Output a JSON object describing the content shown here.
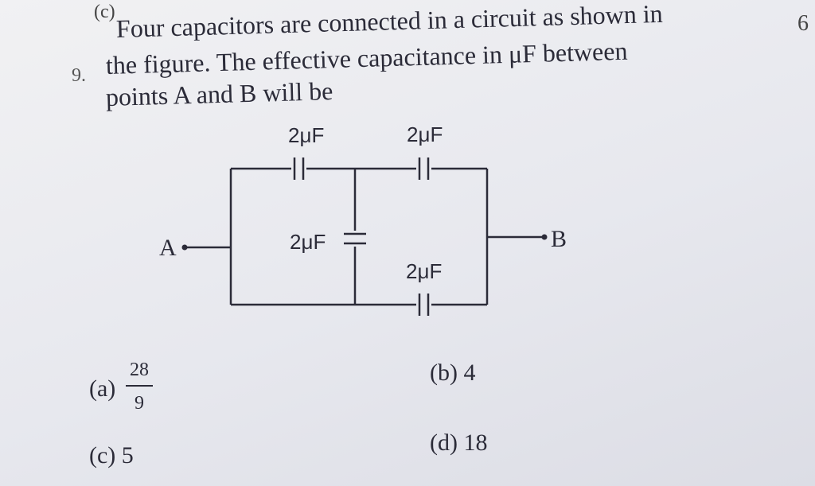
{
  "previous_option_fragment": "(c)",
  "question_number": "9.",
  "page_number": "6",
  "question_lines": [
    "Four capacitors are connected in a circuit as shown in",
    "the figure. The effective capacitance in μF between",
    "points A and B will be"
  ],
  "circuit": {
    "cap_top_left": "2μF",
    "cap_top_right": "2μF",
    "cap_middle": "2μF",
    "cap_bottom": "2μF",
    "node_a": "A",
    "node_b": "B"
  },
  "options": {
    "a_label": "(a)",
    "a_numerator": "28",
    "a_denominator": "9",
    "b": "(b) 4",
    "c": "(c) 5",
    "d": "(d) 18"
  }
}
